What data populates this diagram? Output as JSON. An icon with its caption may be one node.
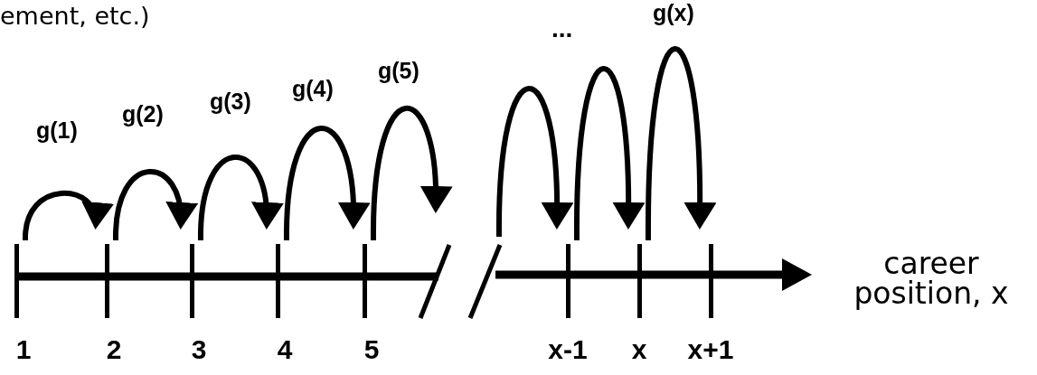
{
  "diagram": {
    "nodes": [
      {
        "text": [],
        "shape": "bar",
        "beside": [
          "1"
        ]
      },
      {
        "text": [],
        "shape": "bar",
        "beside": [
          "2"
        ]
      },
      {
        "text": [],
        "shape": "bar",
        "beside": [
          "3"
        ]
      },
      {
        "text": [],
        "shape": "bar",
        "beside": [
          "4"
        ]
      },
      {
        "text": [],
        "shape": "bar",
        "beside": [
          "5"
        ]
      },
      {
        "text": [],
        "shape": "bar",
        "beside": [
          "x-1"
        ]
      },
      {
        "text": [],
        "shape": "bar",
        "beside": [
          "x"
        ]
      },
      {
        "text": [],
        "shape": "bar",
        "beside": [
          "x+1"
        ]
      }
    ],
    "edges": [
      {
        "from": 0,
        "to": 1,
        "arrow": "to",
        "label": "g(1)"
      },
      {
        "from": 1,
        "to": 2,
        "arrow": "to",
        "label": "g(2)"
      },
      {
        "from": 2,
        "to": 3,
        "arrow": "to",
        "label": "g(3)"
      },
      {
        "from": 3,
        "to": 4,
        "arrow": "to",
        "label": "g(4)"
      },
      {
        "from": 4,
        "to": null,
        "arrow": "to",
        "label": "g(5)"
      },
      {
        "from": null,
        "to": 5,
        "arrow": "to"
      },
      {
        "from": 5,
        "to": 6,
        "arrow": "to"
      },
      {
        "from": 6,
        "to": 7,
        "arrow": "to",
        "label": "g(x)"
      }
    ],
    "labels": [
      "ement, etc.)",
      "...",
      "career position, x"
    ]
  }
}
